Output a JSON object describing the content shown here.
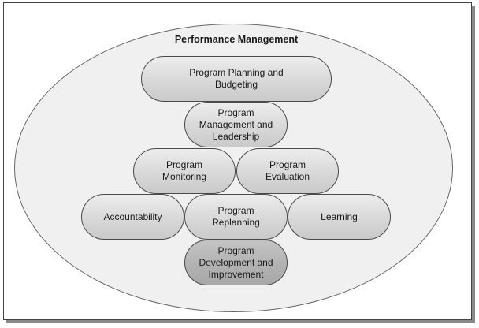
{
  "diagram": {
    "title": "Performance Management",
    "nodes": {
      "planning": "Program Planning and\nBudgeting",
      "management": "Program\nManagement and\nLeadership",
      "monitoring": "Program\nMonitoring",
      "evaluation": "Program\nEvaluation",
      "accountability": "Accountability",
      "replanning": "Program\nReplanning",
      "learning": "Learning",
      "development": "Program\nDevelopment and\nImprovement"
    }
  },
  "colors": {
    "frame_border": "#444444",
    "ellipse_fill": "#f0f0f0",
    "pill_fill": "#d8d8d8",
    "pill_dark_fill": "#b2b2b2",
    "text": "#1a1a1a"
  }
}
